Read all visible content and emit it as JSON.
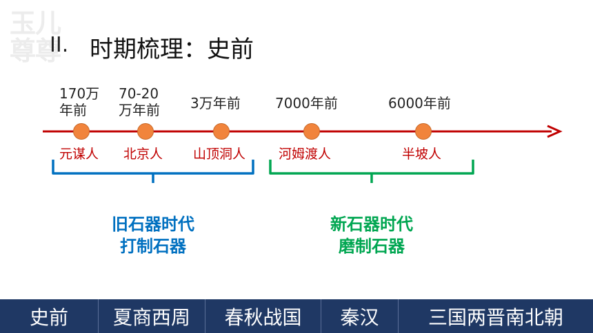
{
  "watermark": "玉儿\n尊尊",
  "title": {
    "number": "II.",
    "text": "时期梳理：史前"
  },
  "timeline": {
    "points": [
      {
        "date": "170万\n年前",
        "site": "元谋人"
      },
      {
        "date": "70-20\n万年前",
        "site": "北京人"
      },
      {
        "date": "3万年前",
        "site": "山顶洞人"
      },
      {
        "date": "7000年前",
        "site": "河姆渡人"
      },
      {
        "date": "6000年前",
        "site": "半坡人"
      }
    ]
  },
  "eras": [
    {
      "name": "旧石器时代",
      "tool": "打制石器",
      "color": "#0070c0"
    },
    {
      "name": "新石器时代",
      "tool": "磨制石器",
      "color": "#00a651"
    }
  ],
  "colors": {
    "axis": "#c00000",
    "dot": "#f1843c",
    "tabbar": "#1f3864"
  },
  "tabs": [
    "史前",
    "夏商西周",
    "春秋战国",
    "秦汉",
    "三国两晋南北朝"
  ]
}
